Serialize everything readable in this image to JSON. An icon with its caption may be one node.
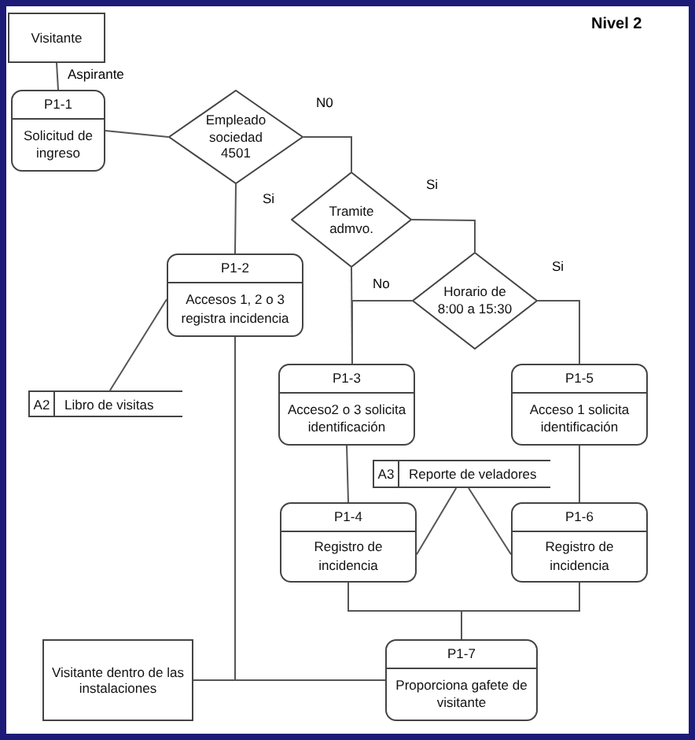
{
  "diagram": {
    "title": "Nivel 2",
    "nodes": [
      {
        "text": [
          "Visitante"
        ]
      },
      {
        "text": [
          "P1-1",
          "Solicitud de ingreso"
        ]
      },
      {
        "text": [
          "Empleado sociedad 4501"
        ]
      },
      {
        "text": [
          "P1-2",
          "Accesos 1, 2 o 3 registra incidencia"
        ]
      },
      {
        "text": [
          "Tramite admvo."
        ]
      },
      {
        "text": [
          "Horario de 8:00 a 15:30"
        ]
      },
      {
        "text": [
          "P1-3",
          "Acceso2 o 3 solicita identificación"
        ]
      },
      {
        "text": [
          "P1-5",
          "Acceso 1 solicita identificación"
        ]
      },
      {
        "text": [
          "A2",
          "Libro de visitas"
        ]
      },
      {
        "text": [
          "A3",
          "Reporte de veladores"
        ]
      },
      {
        "text": [
          "P1-4",
          "Registro de incidencia"
        ]
      },
      {
        "text": [
          "P1-6",
          "Registro de incidencia"
        ]
      },
      {
        "text": [
          "Visitante dentro de las instalaciones"
        ]
      },
      {
        "text": [
          "P1-7",
          "Proporciona gafete de visitante"
        ]
      }
    ],
    "edges": [
      {
        "from": 0,
        "to": 1,
        "arrow": "none",
        "label": "Aspirante"
      },
      {
        "from": 1,
        "to": 2,
        "arrow": "none"
      },
      {
        "from": 2,
        "to": 4,
        "arrow": "none",
        "label": "N0"
      },
      {
        "from": 2,
        "to": 3,
        "arrow": "none",
        "label": "Si"
      },
      {
        "from": 4,
        "to": 5,
        "arrow": "none",
        "label": "Si"
      },
      {
        "from": 4,
        "to": 6,
        "arrow": "none"
      },
      {
        "from": 5,
        "to": 6,
        "arrow": "none",
        "label": "No"
      },
      {
        "from": 5,
        "to": 7,
        "arrow": "none",
        "label": "Si"
      },
      {
        "from": 3,
        "to": 8,
        "arrow": "none"
      },
      {
        "from": 6,
        "to": 10,
        "arrow": "none"
      },
      {
        "from": 7,
        "to": 11,
        "arrow": "none"
      },
      {
        "from": 9,
        "to": 10,
        "arrow": "none"
      },
      {
        "from": 9,
        "to": 11,
        "arrow": "none"
      },
      {
        "from": 10,
        "to": 13,
        "arrow": "none"
      },
      {
        "from": 11,
        "to": 13,
        "arrow": "none"
      },
      {
        "from": 13,
        "to": 12,
        "arrow": "none"
      },
      {
        "from": 3,
        "to": 12,
        "arrow": "none"
      }
    ]
  }
}
